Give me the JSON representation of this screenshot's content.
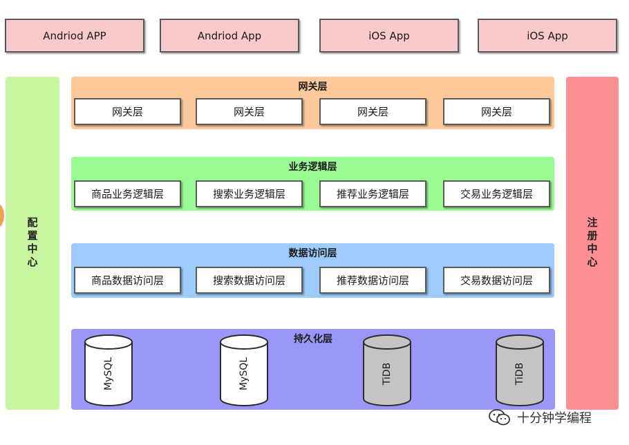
{
  "clients": [
    {
      "label": "Andriod APP"
    },
    {
      "label": "Andriod App"
    },
    {
      "label": "iOS App"
    },
    {
      "label": "iOS App"
    }
  ],
  "config_center": {
    "label": "配置中心",
    "color": "#c8f5a0"
  },
  "registry_center": {
    "label": "注册中心",
    "color": "#fb8f92"
  },
  "layers": {
    "gateway": {
      "title": "网关层",
      "color": "#fdc99b",
      "boxes": [
        "网关层",
        "网关层",
        "网关层",
        "网关层"
      ]
    },
    "business": {
      "title": "业务逻辑层",
      "color": "#9afb94",
      "boxes": [
        "商品业务逻辑层",
        "搜索业务逻辑层",
        "推荐业务逻辑层",
        "交易业务逻辑层"
      ]
    },
    "data_access": {
      "title": "数据访问层",
      "color": "#9dcbfb",
      "boxes": [
        "商品数据访问层",
        "搜索数据访问层",
        "推荐数据访问层",
        "交易数据访问层"
      ]
    },
    "persistence": {
      "title": "持久化层",
      "color": "#9a97f9",
      "databases": [
        {
          "label": "MySQL",
          "color": "#ffffff"
        },
        {
          "label": "MySQL",
          "color": "#ffffff"
        },
        {
          "label": "TiDB",
          "color": "#c4c4c4"
        },
        {
          "label": "TiDB",
          "color": "#c4c4c4"
        }
      ]
    }
  },
  "watermark": {
    "text": "十分钟学编程",
    "icon": "wechat-icon"
  }
}
